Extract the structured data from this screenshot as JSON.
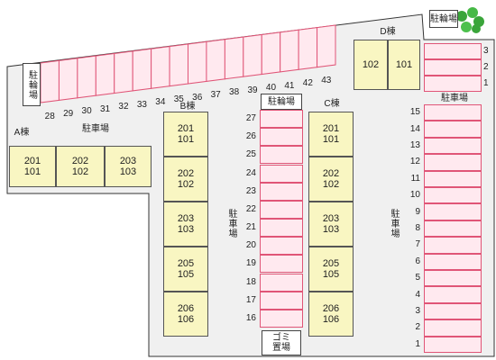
{
  "buildings": {
    "A": {
      "name": "A棟",
      "parking": "駐車場",
      "units": [
        [
          "201",
          "101"
        ],
        [
          "202",
          "102"
        ],
        [
          "203",
          "103"
        ]
      ]
    },
    "B": {
      "name": "B棟",
      "units": [
        [
          "201",
          "101"
        ],
        [
          "202",
          "102"
        ],
        [
          "203",
          "103"
        ],
        [
          "205",
          "105"
        ],
        [
          "206",
          "106"
        ]
      ]
    },
    "C": {
      "name": "C棟",
      "units": [
        [
          "201",
          "101"
        ],
        [
          "202",
          "102"
        ],
        [
          "203",
          "103"
        ],
        [
          "205",
          "105"
        ],
        [
          "206",
          "106"
        ]
      ]
    },
    "D": {
      "name": "D棟",
      "units": [
        "102",
        "101"
      ]
    }
  },
  "facilities": {
    "bike_parking_top_right": "駐輪場",
    "bike_parking_left": "駐輪場",
    "bike_parking_center": "駐輪場",
    "garbage": "ゴミ置場",
    "parking_b": "駐車場",
    "parking_c": "駐車場",
    "parking_d": "駐車場"
  },
  "parking_rows": {
    "top_slanted": [
      "28",
      "29",
      "30",
      "31",
      "32",
      "33",
      "34",
      "35",
      "36",
      "37",
      "38",
      "39",
      "40",
      "41",
      "42",
      "43"
    ],
    "center_column": [
      "27",
      "26",
      "25",
      "24",
      "23",
      "22",
      "21",
      "20",
      "19",
      "18",
      "17",
      "16"
    ],
    "right_column": [
      "15",
      "14",
      "13",
      "12",
      "11",
      "10",
      "9",
      "8",
      "7",
      "6",
      "5",
      "4",
      "3",
      "2",
      "1"
    ],
    "top_right": [
      "3",
      "2",
      "1"
    ]
  },
  "colors": {
    "building_fill": "#f9f6c2",
    "slot_fill": "#ffe9ef",
    "slot_stroke": "#e05577",
    "ground": "#f0f0f0",
    "tree": "#3aa53a"
  }
}
